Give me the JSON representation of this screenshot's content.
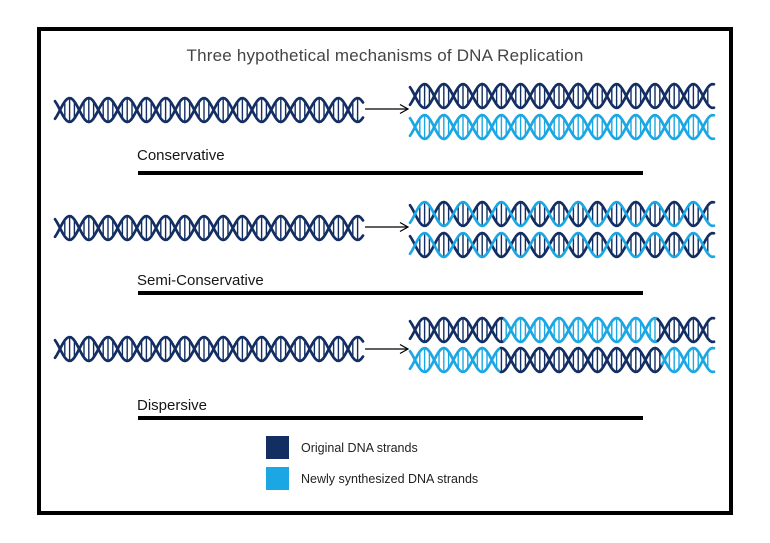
{
  "title": "Three hypothetical mechanisms of DNA Replication",
  "colors": {
    "original": "#122e63",
    "new": "#1ba7e4",
    "arrow": "#000000",
    "rule": "#000000"
  },
  "mechanisms": [
    {
      "label": "Conservative",
      "source": {
        "a": [
          [
            "original",
            0,
            1
          ]
        ],
        "b": [
          [
            "original",
            0,
            1
          ]
        ]
      },
      "products": [
        {
          "a": [
            [
              "original",
              0,
              1
            ]
          ],
          "b": [
            [
              "original",
              0,
              1
            ]
          ]
        },
        {
          "a": [
            [
              "new",
              0,
              1
            ]
          ],
          "b": [
            [
              "new",
              0,
              1
            ]
          ]
        }
      ]
    },
    {
      "label": "Semi-Conservative",
      "source": {
        "a": [
          [
            "original",
            0,
            1
          ]
        ],
        "b": [
          [
            "original",
            0,
            1
          ]
        ]
      },
      "products": [
        {
          "a": [
            [
              "original",
              0,
              1
            ]
          ],
          "b": [
            [
              "new",
              0,
              1
            ]
          ]
        },
        {
          "a": [
            [
              "original",
              0,
              1
            ]
          ],
          "b": [
            [
              "new",
              0,
              1
            ]
          ]
        }
      ]
    },
    {
      "label": "Dispersive",
      "source": {
        "a": [
          [
            "original",
            0,
            1
          ]
        ],
        "b": [
          [
            "original",
            0,
            1
          ]
        ]
      },
      "products": [
        {
          "a": [
            [
              "original",
              0,
              0.31
            ],
            [
              "new",
              0.31,
              0.815
            ],
            [
              "original",
              0.815,
              1
            ]
          ],
          "b": [
            [
              "original",
              0,
              0.31
            ],
            [
              "new",
              0.31,
              0.815
            ],
            [
              "original",
              0.815,
              1
            ]
          ]
        },
        {
          "a": [
            [
              "new",
              0,
              0.3
            ],
            [
              "original",
              0.3,
              0.83
            ],
            [
              "new",
              0.83,
              1
            ]
          ],
          "b": [
            [
              "new",
              0,
              0.3
            ],
            [
              "original",
              0.3,
              0.83
            ],
            [
              "new",
              0.83,
              1
            ]
          ]
        }
      ]
    }
  ],
  "legend": {
    "items": [
      {
        "key": "original",
        "label": "Original DNA strands"
      },
      {
        "key": "new",
        "label": "Newly synthesized DNA strands"
      }
    ]
  }
}
